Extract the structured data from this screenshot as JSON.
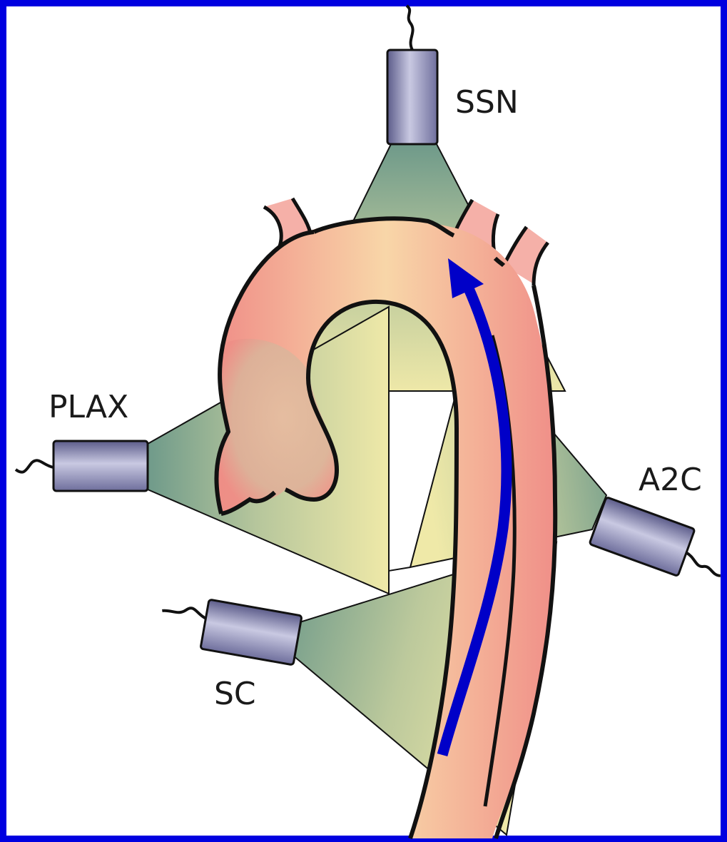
{
  "title": "",
  "views": [
    {
      "id": "ssn",
      "label": "SSN"
    },
    {
      "id": "plax",
      "label": "PLAX"
    },
    {
      "id": "a2c",
      "label": "A2C"
    },
    {
      "id": "sc",
      "label": "SC"
    }
  ],
  "colors": {
    "frame": "#0000e0",
    "beam_teal": "#7fa797",
    "beam_yellow": "#efe9a8",
    "vessel_outer": "#f3a39c",
    "vessel_inner": "#f5caa0",
    "probe_body": "#8c8cb4",
    "flow_arrow": "#0000c8",
    "outline": "#111111"
  },
  "icons": {
    "probe": "ultrasound-transducer-icon",
    "flow": "blood-flow-arrow-icon"
  }
}
